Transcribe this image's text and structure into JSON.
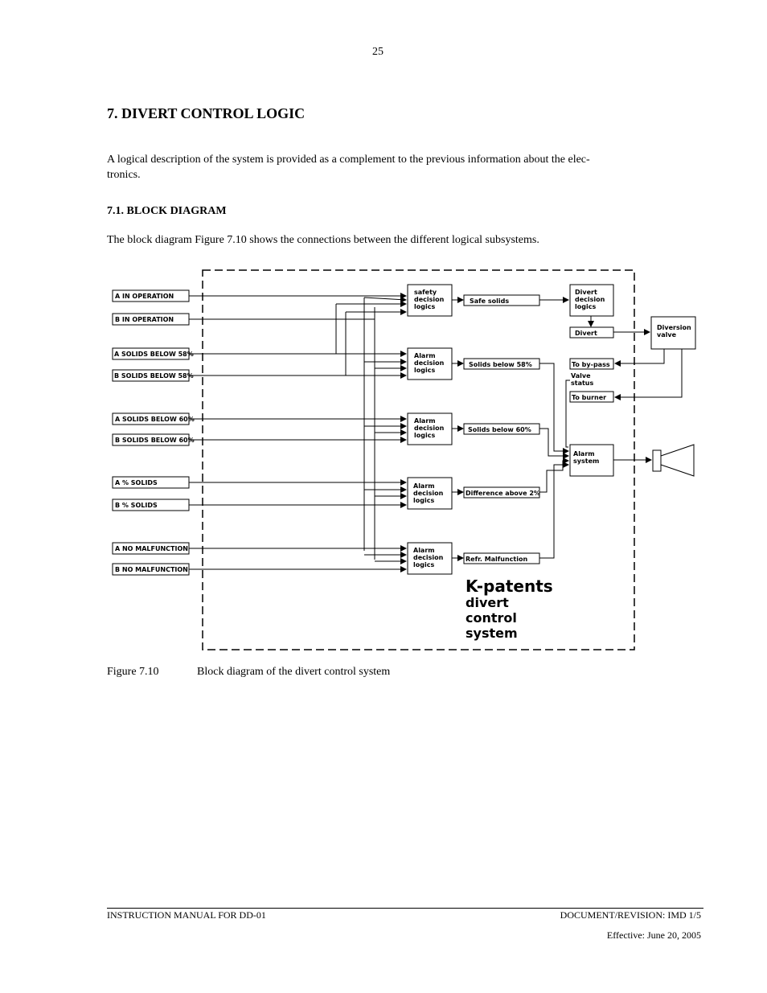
{
  "page_number": "25",
  "heading": "7.  DIVERT CONTROL LOGIC",
  "intro_line1": "A logical description of the system is provided as a complement to the previous information about the elec-",
  "intro_line2": "tronics.",
  "subheading": "7.1.   BLOCK DIAGRAM",
  "subheading_text": "The block diagram Figure 7.10 shows the connections between the different logical subsystems.",
  "diagram": {
    "inputs": [
      "A IN OPERATION",
      "B IN OPERATION",
      "A SOLIDS BELOW 58%",
      "B SOLIDS BELOW 58%",
      "A SOLIDS BELOW 60%",
      "B SOLIDS BELOW 60%",
      "A % SOLIDS",
      "B % SOLIDS",
      "A NO MALFUNCTION",
      "B NO MALFUNCTION"
    ],
    "logic_blocks": [
      [
        "safety",
        "decision",
        "logics"
      ],
      [
        "Alarm",
        "decision",
        "logics"
      ],
      [
        "Alarm",
        "decision",
        "logics"
      ],
      [
        "Alarm",
        "decision",
        "logics"
      ],
      [
        "Alarm",
        "decision",
        "logics"
      ]
    ],
    "outputs": [
      "Safe solids",
      "Solids below 58%",
      "Solids below 60%",
      "Difference above 2%",
      "Refr. Malfunction"
    ],
    "divert_logic": [
      "Divert",
      "decision",
      "logics"
    ],
    "divert": "Divert",
    "to_bypass": "To by-pass",
    "valve_status": [
      "Valve",
      "status"
    ],
    "to_burner": "To burner",
    "alarm_system": [
      "Alarm",
      "system"
    ],
    "diversion_valve": [
      "Diversion",
      "valve"
    ],
    "brand": [
      "K-patents",
      "divert",
      "control",
      "system"
    ]
  },
  "caption_label": "Figure 7.10",
  "caption_text": "Block diagram of the divert control system",
  "footer_left": "INSTRUCTION MANUAL FOR DD-01",
  "footer_right": "DOCUMENT/REVISION: IMD 1/5",
  "footer_effective": "Effective: June 20, 2005"
}
